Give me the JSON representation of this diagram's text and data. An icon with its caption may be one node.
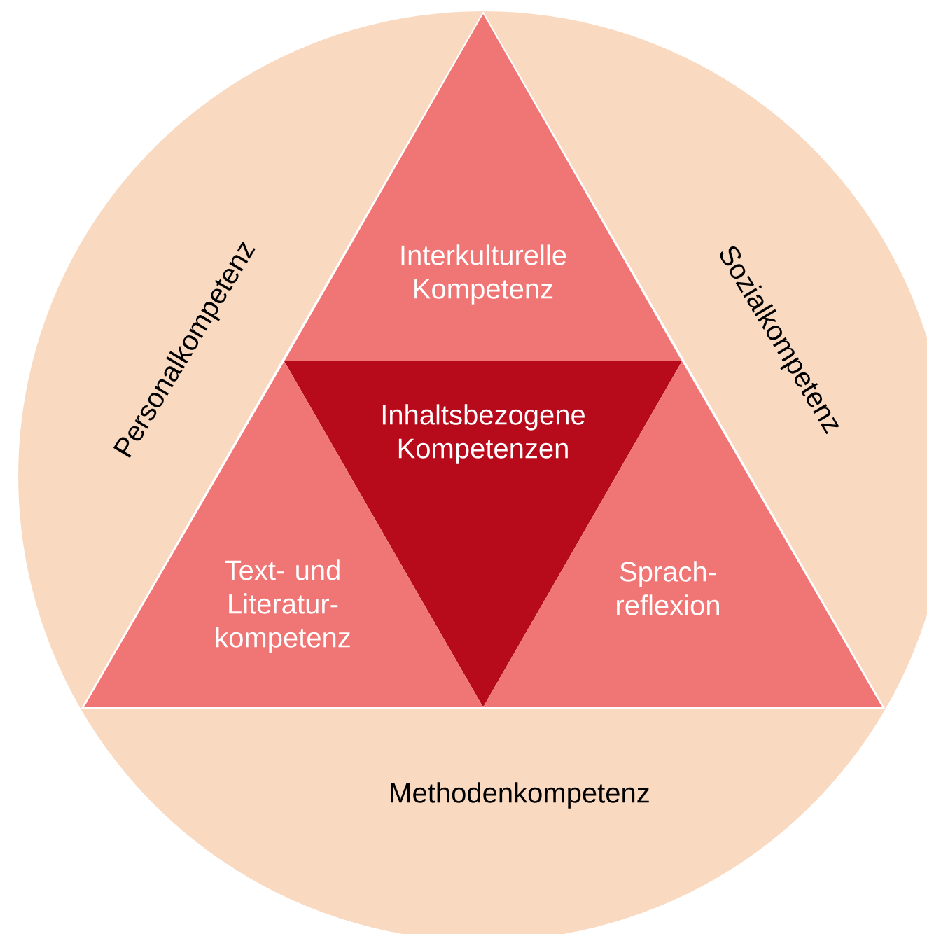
{
  "diagram": {
    "nodes": [
      {
        "text": [
          "Personalkompetenz"
        ]
      },
      {
        "text": [
          "Sozialkompetenz"
        ]
      },
      {
        "text": [
          "Methodenkompetenz"
        ]
      },
      {
        "text": [
          "Interkulturelle Kompetenz"
        ]
      },
      {
        "text": [
          "Inhaltsbezogene Kompetenzen"
        ]
      },
      {
        "text": [
          "Text- und Literatur-kompetenz"
        ]
      },
      {
        "text": [
          "Sprach-reflexion"
        ]
      }
    ]
  }
}
